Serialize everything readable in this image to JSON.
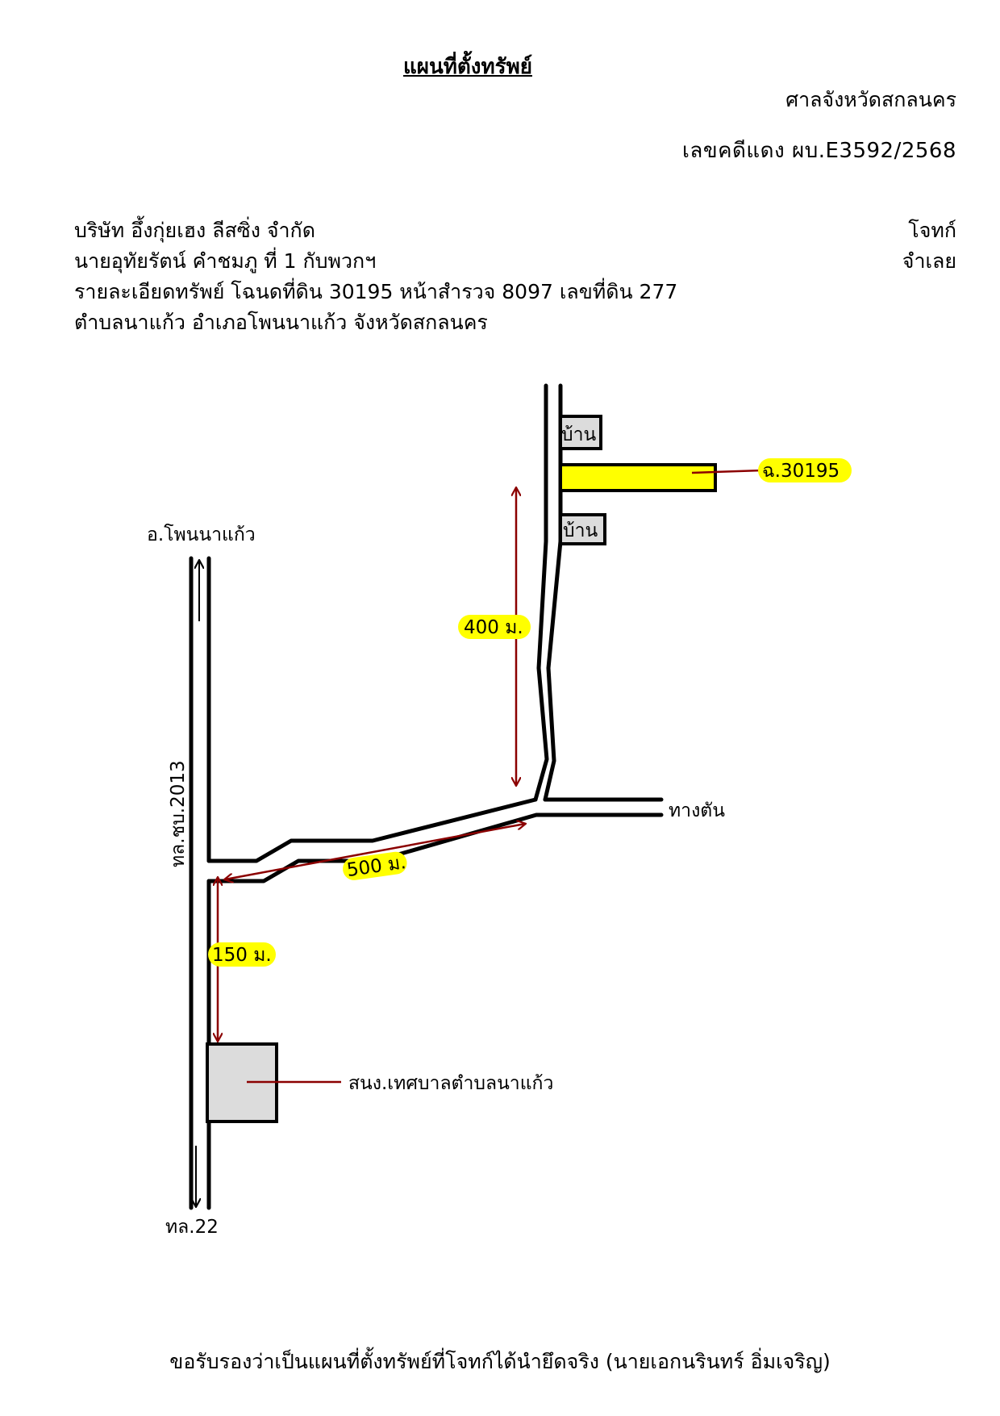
{
  "header": {
    "title": "แผนที่ตั้งทรัพย์",
    "court": "ศาลจังหวัดสกลนคร",
    "case_number": "เลขคดีแดง ผบ.E3592/2568"
  },
  "parties": {
    "plaintiff_name": "บริษัท อึ้งกุ่ยเฮง ลีสซิ่ง จำกัด",
    "plaintiff_role": "โจทก์",
    "defendant_name": "นายอุทัยรัตน์ คำชมภู ที่ 1 กับพวกฯ",
    "defendant_role": "จำเลย",
    "property_detail": "รายละเอียดทรัพย์ โฉนดที่ดิน 30195 หน้าสำรวจ 8097 เลขที่ดิน 277",
    "location": "ตำบลนาแก้ว อำเภอโพนนาแก้ว จังหวัดสกลนคร"
  },
  "map": {
    "labels": {
      "north_destination": "อ.โพนนาแก้ว",
      "highway_main": "ทล.ชบ.2013",
      "south_destination": "ทล.22",
      "dead_end": "ทางตัน",
      "house_1": "บ้าน",
      "house_2": "บ้าน",
      "parcel": "ฉ.30195",
      "landmark": "สนง.เทศบาลตำบลนาแก้ว"
    },
    "distances": {
      "segment_1": "150 ม.",
      "segment_2": "500 ม.",
      "segment_3": "400 ม."
    },
    "colors": {
      "road": "#000000",
      "arrow": "#8b0000",
      "highlight": "#ffff00",
      "building": "#dcdcdc"
    }
  },
  "footer": {
    "certification": "ขอรับรองว่าเป็นแผนที่ตั้งทรัพย์ที่โจทก์ได้นำยึดจริง (นายเอกนรินทร์ อิ่มเจริญ)"
  }
}
